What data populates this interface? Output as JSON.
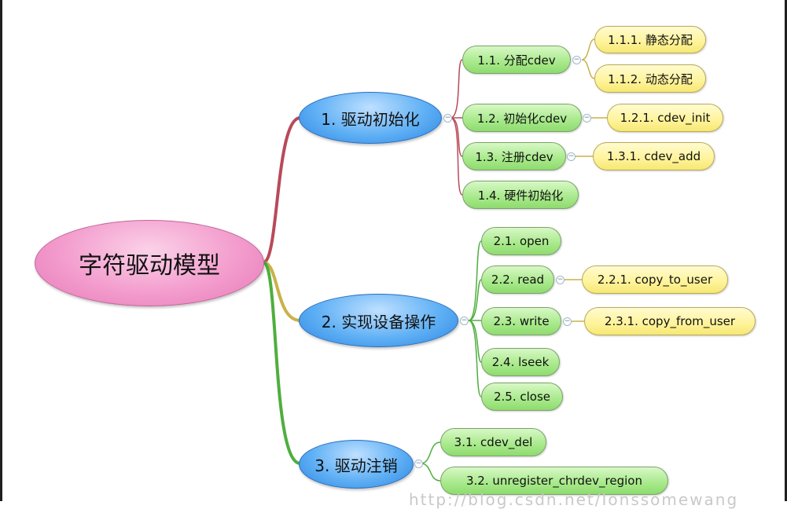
{
  "mindmap": {
    "root": {
      "label": "字符驱动模型"
    },
    "branches": [
      {
        "label": "1. 驱动初始化",
        "color": "#b84a5a",
        "children": [
          {
            "label": "1.1. 分配cdev",
            "children": [
              {
                "label": "1.1.1. 静态分配"
              },
              {
                "label": "1.1.2. 动态分配"
              }
            ]
          },
          {
            "label": "1.2. 初始化cdev",
            "children": [
              {
                "label": "1.2.1. cdev_init"
              }
            ]
          },
          {
            "label": "1.3. 注册cdev",
            "children": [
              {
                "label": "1.3.1. cdev_add"
              }
            ]
          },
          {
            "label": "1.4. 硬件初始化",
            "children": []
          }
        ]
      },
      {
        "label": "2. 实现设备操作",
        "color": "#c8b24a",
        "children": [
          {
            "label": "2.1. open",
            "children": []
          },
          {
            "label": "2.2. read",
            "children": [
              {
                "label": "2.2.1. copy_to_user"
              }
            ]
          },
          {
            "label": "2.3. write",
            "children": [
              {
                "label": "2.3.1. copy_from_user"
              }
            ]
          },
          {
            "label": "2.4. lseek",
            "children": []
          },
          {
            "label": "2.5. close",
            "children": []
          }
        ]
      },
      {
        "label": "3. 驱动注销",
        "color": "#4fae3f",
        "children": [
          {
            "label": "3.1. cdev_del",
            "children": []
          },
          {
            "label": "3.2. unregister_chrdev_region",
            "children": []
          }
        ]
      }
    ]
  },
  "collapse_symbol": "−",
  "watermark": "http://blog.csdn.net/Ionssomewang"
}
